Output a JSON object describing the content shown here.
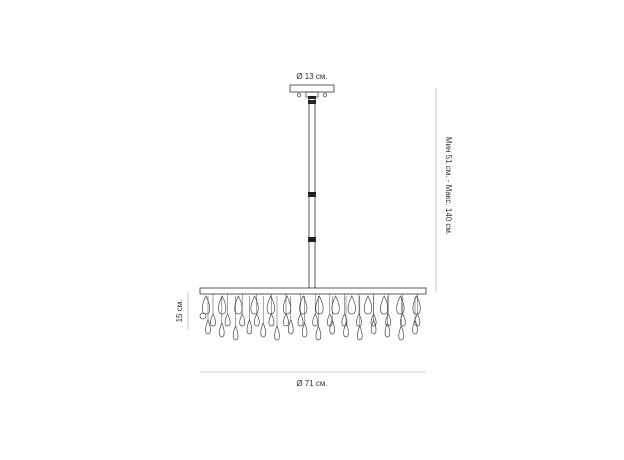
{
  "dimensions": {
    "canopy_diameter": "Ø 13 см.",
    "height_range": "Мин 51 см. - Макс. 140 см.",
    "body_height": "15 см.",
    "width_diameter": "Ø 71 см."
  },
  "colors": {
    "line": "#333333",
    "dim_line": "#bdbdbd",
    "accent": "#222222"
  }
}
